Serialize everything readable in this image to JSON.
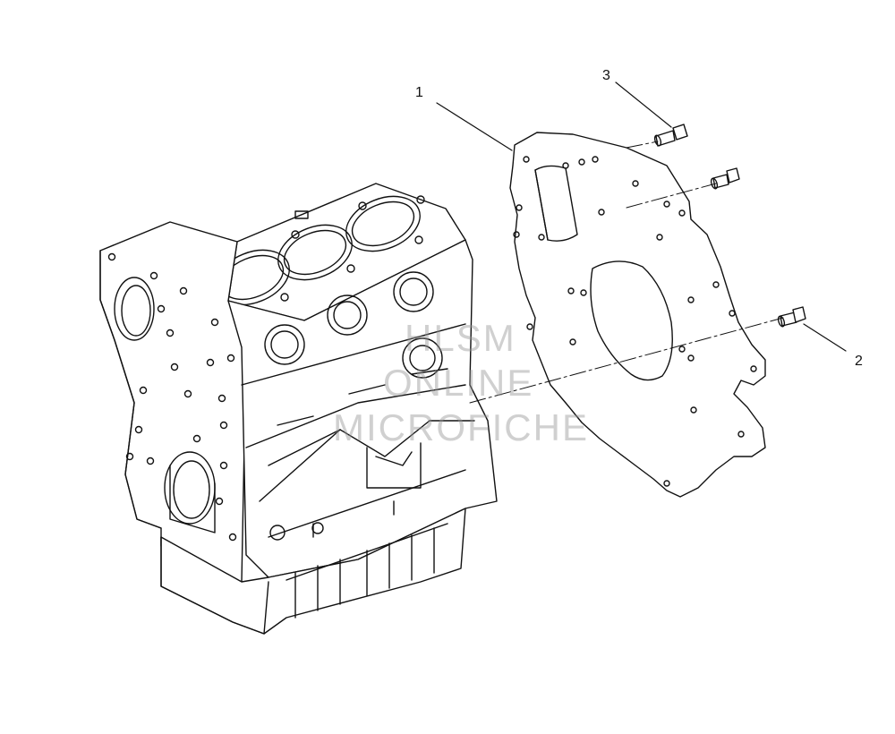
{
  "callouts": [
    {
      "id": "part-1",
      "label": "1"
    },
    {
      "id": "part-2",
      "label": "2"
    },
    {
      "id": "part-3",
      "label": "3"
    }
  ],
  "watermark": {
    "line1": "HLSM",
    "line2": "ONLINE",
    "line3": "MICROFICHE"
  },
  "colors": {
    "stroke": "#111111",
    "background": "#ffffff",
    "watermark": "#969696"
  }
}
